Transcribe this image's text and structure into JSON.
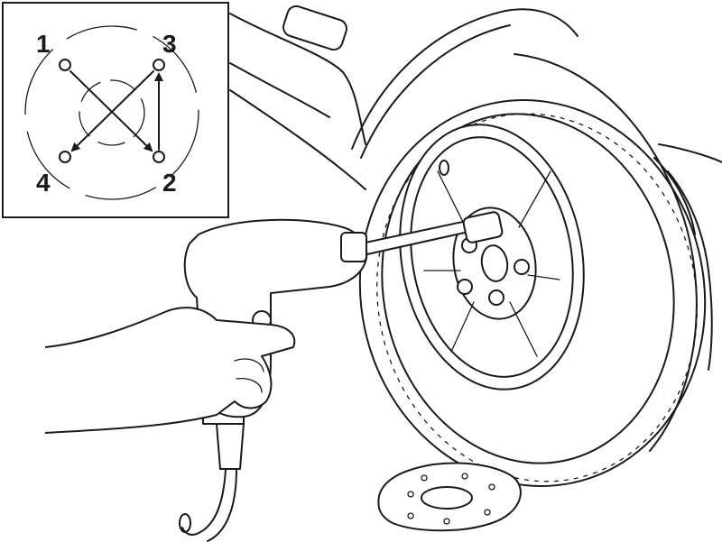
{
  "inset": {
    "labels": [
      {
        "id": "1",
        "text": "1"
      },
      {
        "id": "2",
        "text": "2"
      },
      {
        "id": "3",
        "text": "3"
      },
      {
        "id": "4",
        "text": "4"
      }
    ],
    "tightening_sequence": [
      "1",
      "2",
      "3",
      "4"
    ]
  },
  "colors": {
    "ink": "#1a1a1a",
    "background": "#ffffff"
  }
}
